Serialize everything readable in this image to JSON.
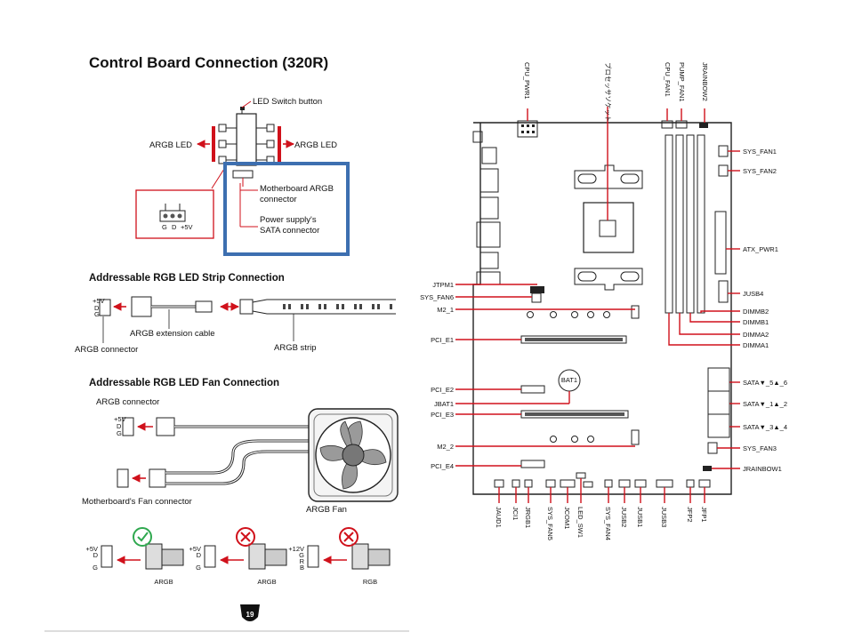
{
  "colors": {
    "accent": "#d0111b",
    "highlight_box": "#3d6fb0",
    "ok": "#2fa84f",
    "bad": "#d0111b"
  },
  "left": {
    "title": "Control Board Connection (320R)",
    "control_board": {
      "led_switch": "LED Switch button",
      "argb_led_left": "ARGB LED",
      "argb_led_right": "ARGB LED",
      "mb_argb": "Motherboard ARGB connector",
      "psu_sata": "Power supply's SATA connector",
      "pin_labels": [
        "G",
        "D",
        "+5V"
      ]
    },
    "strip": {
      "title": "Addressable RGB LED Strip Connection",
      "argb_connector": "ARGB connector",
      "extension_cable": "ARGB extension cable",
      "argb_strip": "ARGB strip"
    },
    "fan": {
      "title": "Addressable RGB LED Fan Connection",
      "argb_connector": "ARGB connector",
      "mb_fan_connector": "Motherboard's Fan connector",
      "argb_fan": "ARGB Fan"
    },
    "compat": {
      "items": [
        {
          "label": "ARGB",
          "ok": true,
          "pins": [
            "+5V",
            "D",
            "",
            "G"
          ]
        },
        {
          "label": "ARGB",
          "ok": false,
          "pins": [
            "+5V",
            "D",
            "",
            "G"
          ]
        },
        {
          "label": "RGB",
          "ok": false,
          "pins": [
            "+12V",
            "G",
            "R",
            "B"
          ]
        }
      ]
    },
    "page_number": "19"
  },
  "motherboard": {
    "top": [
      "CPU_PWR1",
      "プロセッサソケット",
      "CPU_FAN1",
      "PUMP_FAN1",
      "JRAINBOW2"
    ],
    "right": [
      "SYS_FAN1",
      "SYS_FAN2",
      "ATX_PWR1",
      "JUSB4",
      "DIMMB2",
      "DIMMB1",
      "DIMMA2",
      "DIMMA1",
      "SATA▼_5▲_6",
      "SATA▼_1▲_2",
      "SATA▼_3▲_4",
      "SYS_FAN3",
      "JRAINBOW1"
    ],
    "left": [
      "JTPM1",
      "SYS_FAN6",
      "M2_1",
      "PCI_E1",
      "PCI_E2",
      "JBAT1",
      "PCI_E3",
      "M2_2",
      "PCI_E4"
    ],
    "bottom": [
      "JAUD1",
      "JCI1",
      "JRGB1",
      "SYS_FAN5",
      "JCOM1",
      "LED_SW1",
      "SYS_FAN4",
      "JUSB2",
      "JUSB1",
      "JUSB3",
      "JFP2",
      "JFP1"
    ],
    "battery_label": "BAT1"
  }
}
